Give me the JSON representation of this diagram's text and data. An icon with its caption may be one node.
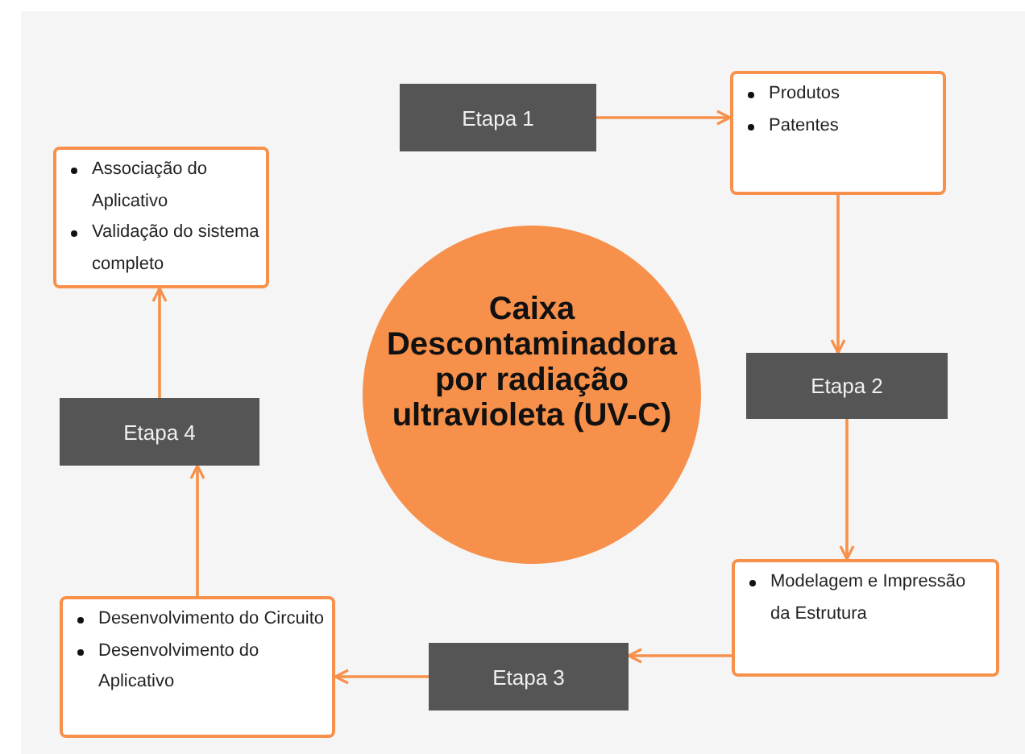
{
  "diagram": {
    "nodes": [
      {
        "text": [
          "Etapa 1"
        ]
      },
      {
        "text": [
          "Produtos",
          "Patentes"
        ]
      },
      {
        "text": [
          "Associação do Aplicativo",
          "Validação do sistema completo"
        ]
      },
      {
        "text": [
          "Caixa Descontaminadora por radiação ultravioleta (UV-C)"
        ]
      },
      {
        "text": [
          "Etapa 2"
        ]
      },
      {
        "text": [
          "Etapa 4"
        ]
      },
      {
        "text": [
          "Modelagem e Impressão da Estrutura"
        ]
      },
      {
        "text": [
          "Desenvolvimento do Circuito",
          "Desenvolvimento do Aplicativo"
        ]
      },
      {
        "text": [
          "Etapa 3"
        ]
      }
    ],
    "edges": [
      {
        "from": 0,
        "to": 1,
        "arrow": "to"
      },
      {
        "from": 1,
        "to": 4,
        "arrow": "to"
      },
      {
        "from": 4,
        "to": 6,
        "arrow": "to"
      },
      {
        "from": 6,
        "to": 8,
        "arrow": "to"
      },
      {
        "from": 8,
        "to": 7,
        "arrow": "to"
      },
      {
        "from": 7,
        "to": 5,
        "arrow": "to"
      },
      {
        "from": 5,
        "to": 2,
        "arrow": "to"
      }
    ]
  }
}
